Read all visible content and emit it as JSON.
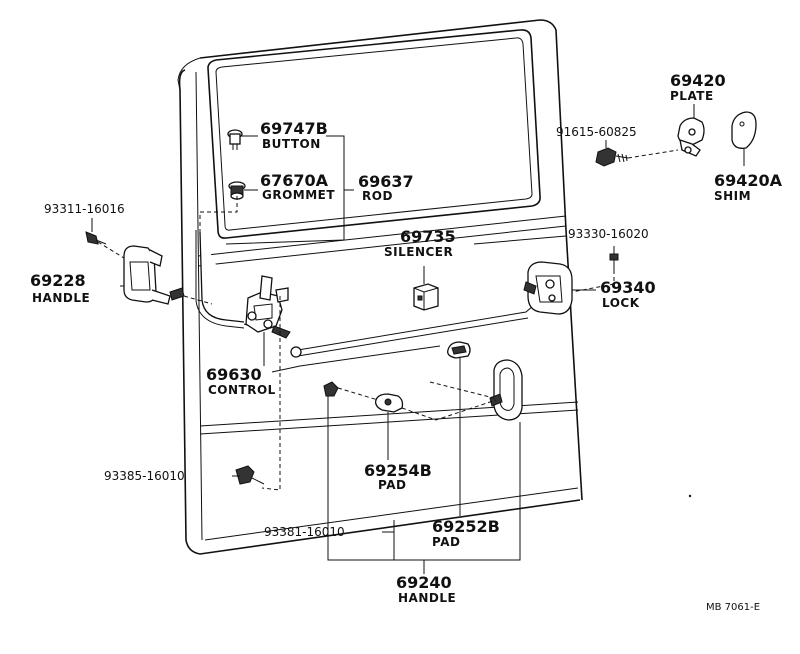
{
  "labels": {
    "button": {
      "num": "69747B",
      "word": "BUTTON"
    },
    "grommet": {
      "num": "67670A",
      "word": "GROMMET"
    },
    "rod": {
      "num": "69637",
      "word": "ROD"
    },
    "plate": {
      "num": "69420",
      "word": "PLATE"
    },
    "screw_91615": {
      "num": "91615-60825"
    },
    "shim": {
      "num": "69420A",
      "word": "SHIM"
    },
    "screw_93311": {
      "num": "93311-16016"
    },
    "handle_outer": {
      "num": "69228",
      "word": "HANDLE"
    },
    "silencer": {
      "num": "69735",
      "word": "SILENCER"
    },
    "screw_93330": {
      "num": "93330-16020"
    },
    "lock": {
      "num": "69340",
      "word": "LOCK"
    },
    "control": {
      "num": "69630",
      "word": "CONTROL"
    },
    "screw_93385": {
      "num": "93385-16010"
    },
    "pad_b": {
      "num": "69254B",
      "word": "PAD"
    },
    "screw_93381": {
      "num": "93381-16010"
    },
    "pad_252": {
      "num": "69252B",
      "word": "PAD"
    },
    "handle_inner": {
      "num": "69240",
      "word": "HANDLE"
    }
  },
  "reference": "MB 7061-E"
}
